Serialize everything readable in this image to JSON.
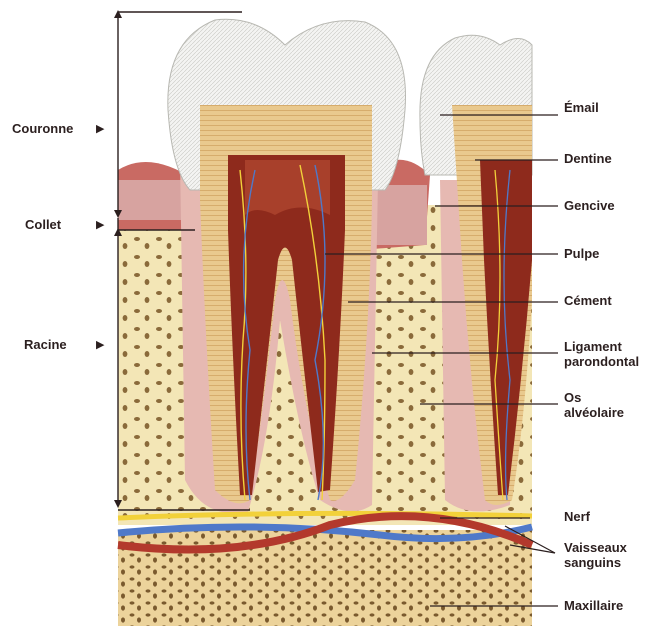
{
  "left_labels": {
    "crown": "Couronne",
    "neck": "Collet",
    "root": "Racine"
  },
  "right_labels": {
    "enamel": "Émail",
    "dentin": "Dentine",
    "gum": "Gencive",
    "pulp": "Pulpe",
    "cementum": "Cément",
    "ligament_line1": "Ligament",
    "ligament_line2": "parondontal",
    "bone_line1": "Os",
    "bone_line2": "alvéolaire",
    "nerve": "Nerf",
    "vessels_line1": "Vaisseaux",
    "vessels_line2": "sanguins",
    "maxilla": "Maxillaire"
  },
  "colors": {
    "enamel": "#f4f4f2",
    "dentin": "#e9c98e",
    "pulp": "#8e2a1c",
    "gum": "#d7a3a0",
    "bone": "#f3e6b6",
    "maxilla": "#ecd39b",
    "nerve": "#f2d13a",
    "vessel_blue": "#4f79c9",
    "vessel_red": "#b3392c"
  },
  "arrow_icon": "triangle-right-icon"
}
